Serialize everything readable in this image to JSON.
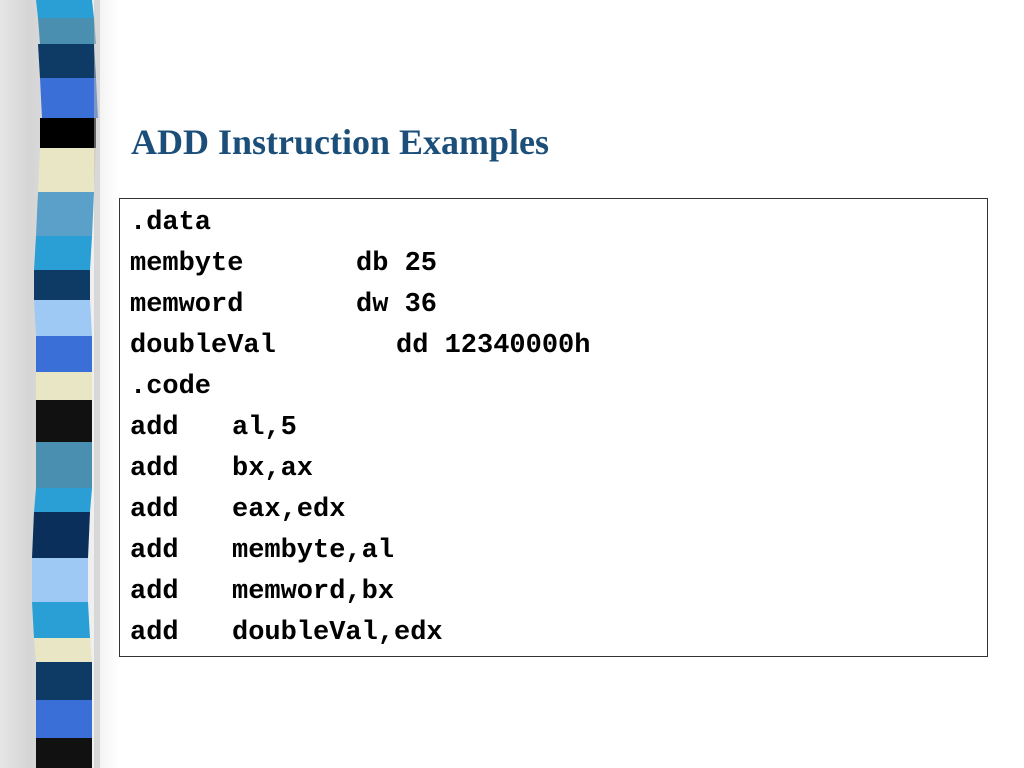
{
  "slide": {
    "title": "ADD Instruction Examples"
  },
  "code": {
    "lines": [
      {
        "label": ".data",
        "operand": ""
      },
      {
        "label": "membyte",
        "operand": "db 25"
      },
      {
        "label": "memword",
        "operand": "dw 36"
      },
      {
        "label": "doubleVal",
        "operand": "dd 12340000h"
      },
      {
        "label": ".code",
        "operand": ""
      },
      {
        "label": "add",
        "operand": "al,5"
      },
      {
        "label": "add",
        "operand": "bx,ax"
      },
      {
        "label": "add",
        "operand": "eax,edx"
      },
      {
        "label": "add",
        "operand": "membyte,al"
      },
      {
        "label": "add",
        "operand": "memword,bx"
      },
      {
        "label": "add",
        "operand": "doubleVal,edx"
      }
    ]
  },
  "theme": {
    "title_color": "#1b4f7a",
    "stripe_colors": [
      "#2a9fd6",
      "#4a8fb0",
      "#0d3b66",
      "#3a6fd8",
      "#000000",
      "#e8e6c4",
      "#5aa0c8",
      "#0a2f5a",
      "#9ec9f5",
      "#111111"
    ]
  }
}
